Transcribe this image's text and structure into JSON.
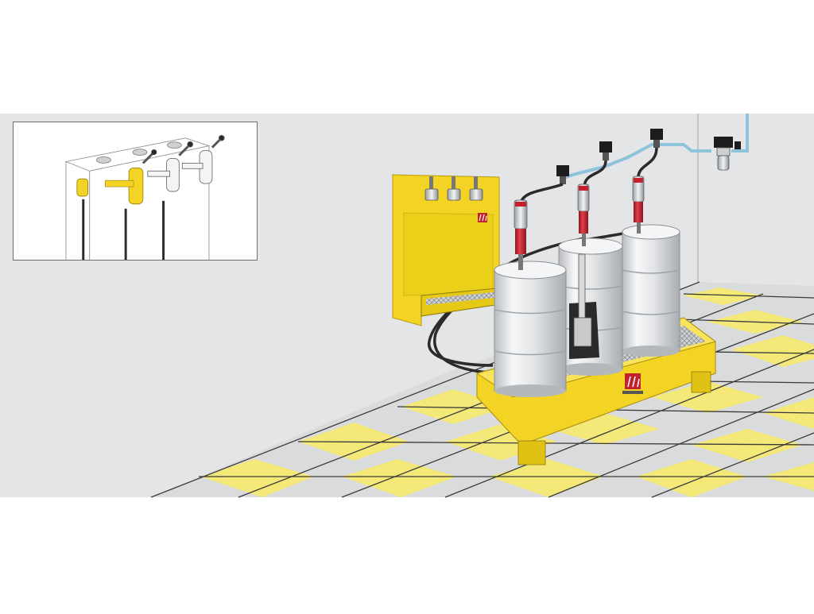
{
  "colors": {
    "wall": "#e4e5e6",
    "floor_yellow": "#f3e878",
    "floor_grey": "#dadbdc",
    "grout": "#3a3a3a",
    "equipment_yellow": "#f3d324",
    "equipment_yellow_dark": "#cdb012",
    "pump_red": "#c4202e",
    "drum_silver": "#ecedee",
    "air_line": "#8fc3dc",
    "hose": "#2b2b2b"
  },
  "icons": {
    "brand_logo": "brand-logo-icon",
    "filter_regulator": "filter-regulator-icon",
    "pressure_regulator": "pressure-regulator-icon"
  },
  "counts": {
    "drums": 3,
    "pumps": 3,
    "dispensing_taps": 3
  }
}
